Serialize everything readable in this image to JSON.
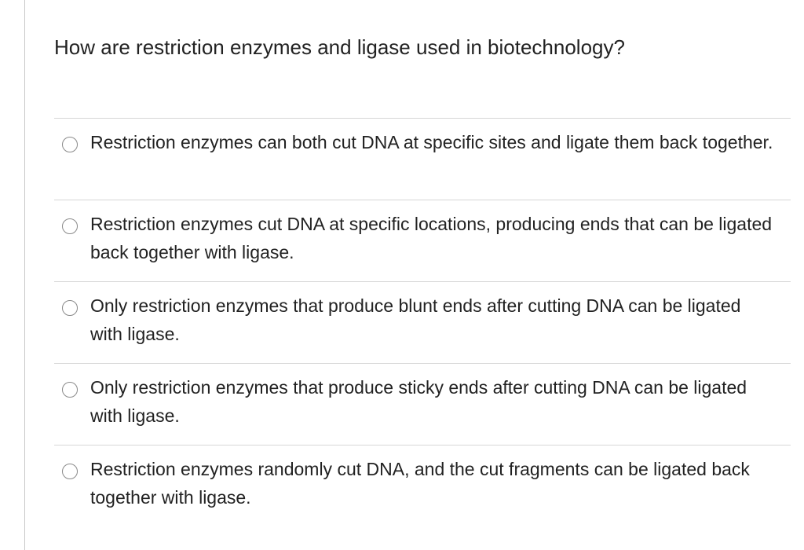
{
  "question": {
    "text": "How are restriction enzymes and ligase used in biotechnology?"
  },
  "answers": [
    {
      "text": "Restriction enzymes can both cut DNA at specific sites and ligate them back together.",
      "selected": false
    },
    {
      "text": "Restriction enzymes cut DNA at specific locations, producing ends that can be ligated back together with ligase.",
      "selected": false
    },
    {
      "text": "Only restriction enzymes that produce blunt ends after cutting DNA can be ligated with ligase.",
      "selected": false
    },
    {
      "text": "Only restriction enzymes that produce sticky ends after cutting DNA can be ligated with ligase.",
      "selected": false
    },
    {
      "text": "Restriction enzymes randomly cut DNA, and the cut fragments can be ligated back together with ligase.",
      "selected": false
    }
  ]
}
